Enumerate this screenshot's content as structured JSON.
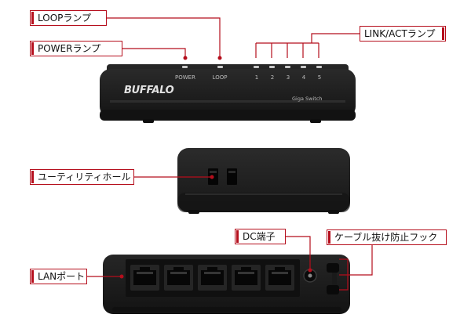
{
  "callouts": {
    "loop": "LOOPランプ",
    "power": "POWERランプ",
    "link_act": "LINK/ACTランプ",
    "utility_hole": "ユーティリティホール",
    "dc_jack": "DC端子",
    "cable_hook": "ケーブル抜け防止フック",
    "lan_port": "LANポート"
  },
  "device_top": {
    "brand": "BUFFALO",
    "model": "Giga Switch",
    "power_label": "POWER",
    "loop_label": "LOOP",
    "port_numbers": [
      "1",
      "2",
      "3",
      "4",
      "5"
    ]
  },
  "colors": {
    "callout_line": "#b50e1c",
    "body": "#1c1c1c",
    "led": "#c8c8c8"
  }
}
